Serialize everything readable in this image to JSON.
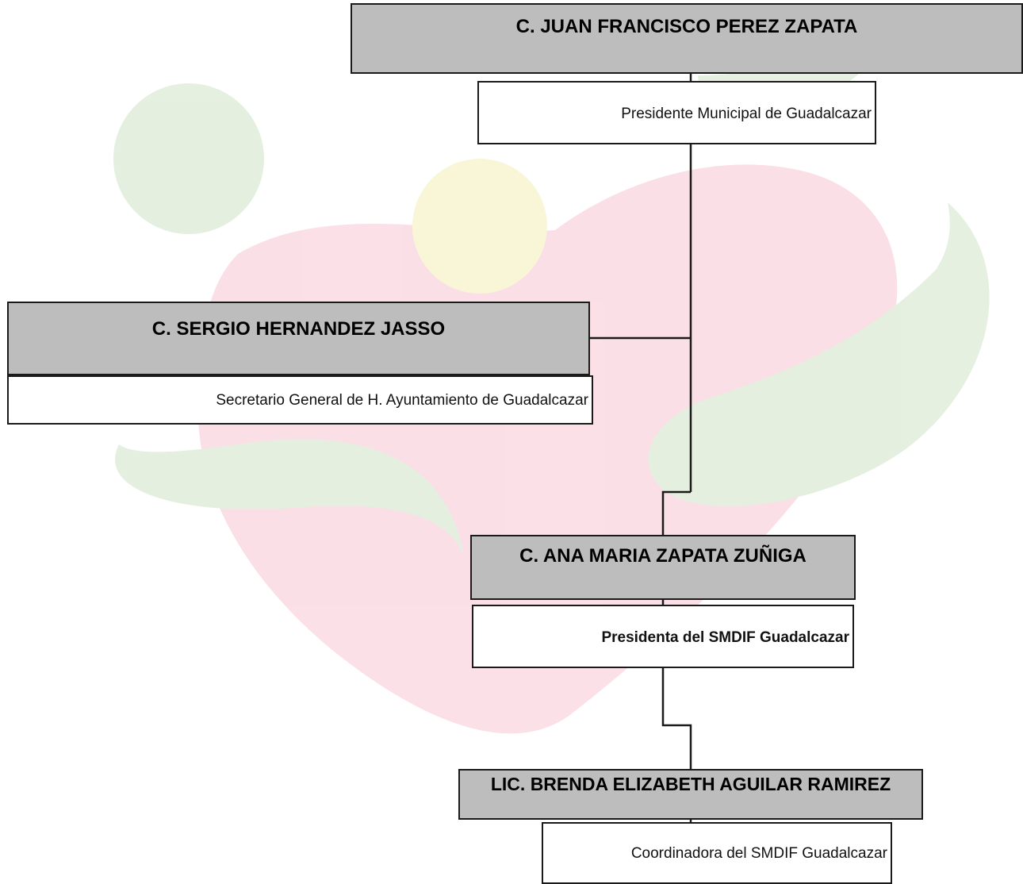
{
  "colors": {
    "name_box_fill": "#bdbdbd",
    "role_box_fill": "#ffffff",
    "border": "#1a1a1a",
    "watermark_pink": "#f7c6d3",
    "watermark_green": "#cfe3c8",
    "watermark_yellow": "#f3f0b8"
  },
  "org_chart": {
    "president": {
      "name": "C. JUAN FRANCISCO PEREZ ZAPATA",
      "role": "Presidente Municipal de Guadalcazar"
    },
    "secretary": {
      "name": "C. SERGIO HERNANDEZ JASSO",
      "role": "Secretario General de H. Ayuntamiento de Guadalcazar"
    },
    "dif_president": {
      "name": "C. ANA MARIA ZAPATA ZUÑIGA",
      "role": "Presidenta del SMDIF Guadalcazar"
    },
    "coordinator": {
      "name": "LIC. BRENDA ELIZABETH AGUILAR RAMIREZ",
      "role": "Coordinadora del SMDIF Guadalcazar"
    }
  }
}
